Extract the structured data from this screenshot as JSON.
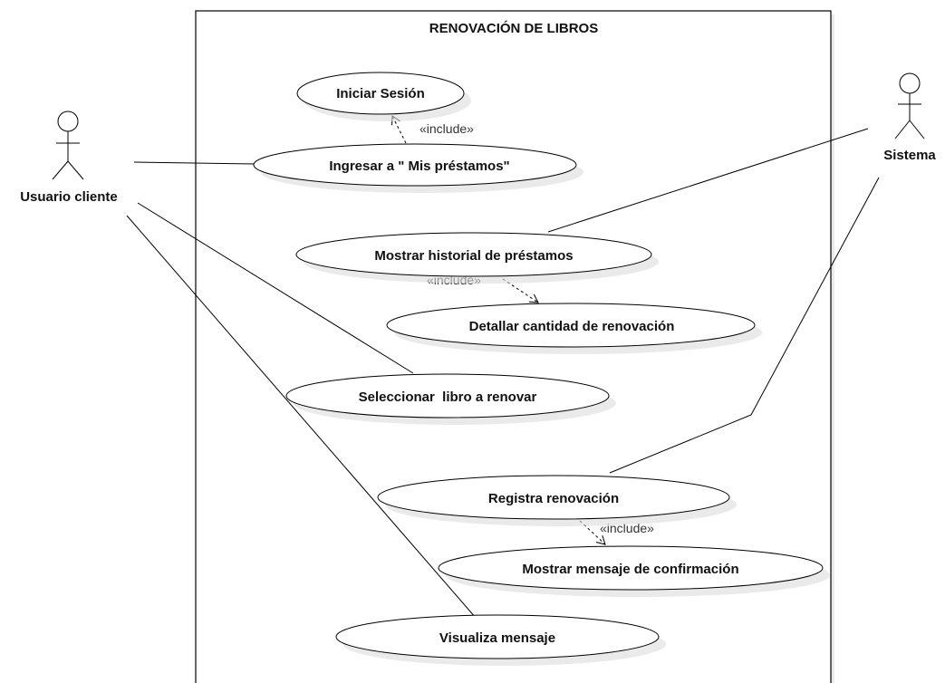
{
  "diagram": {
    "boundary_title": "RENOVACIÓN DE LIBROS",
    "actors": {
      "user": "Usuario cliente",
      "system": "Sistema"
    },
    "use_cases": {
      "login": "Iniciar Sesión",
      "my_loans": "Ingresar a \" Mis préstamos\"",
      "history": "Mostrar historial de préstamos",
      "detail": "Detallar cantidad de renovación",
      "select_book": "Seleccionar  libro a renovar",
      "register": "Registra renovación",
      "confirm": "Mostrar mensaje de confirmación",
      "view_message": "Visualiza mensaje"
    },
    "include_label": "«include»",
    "colors": {
      "stroke": "#000000",
      "shadow": "#d8d8d8",
      "fill": "#ffffff",
      "text": "#111111"
    }
  }
}
